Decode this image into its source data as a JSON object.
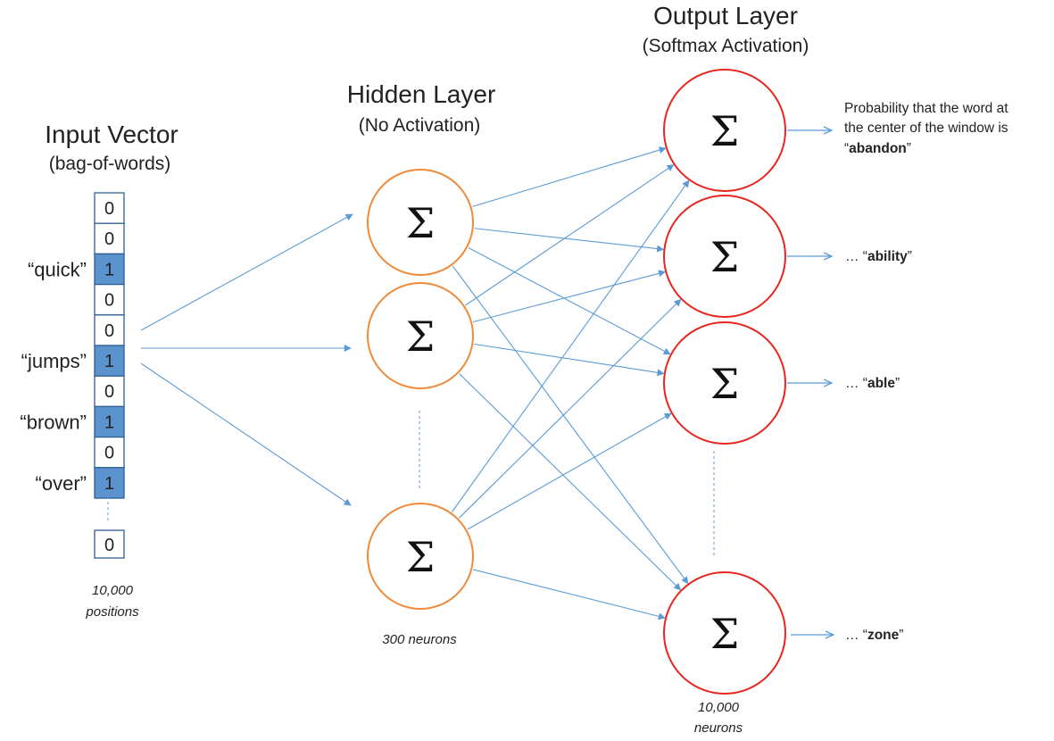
{
  "input": {
    "title": "Input Vector",
    "subtitle": "(bag-of-words)",
    "cells": [
      "0",
      "0",
      "1",
      "0",
      "0",
      "1",
      "0",
      "1",
      "0",
      "1"
    ],
    "highlighted": [
      false,
      false,
      true,
      false,
      false,
      true,
      false,
      true,
      false,
      true
    ],
    "labels": [
      "",
      "",
      "“quick”",
      "",
      "",
      "“jumps”",
      "",
      "“brown”",
      "",
      "“over”"
    ],
    "last_cell": "0",
    "caption_line1": "10,000",
    "caption_line2": "positions"
  },
  "hidden": {
    "title": "Hidden Layer",
    "subtitle": "(No Activation)",
    "neurons": [
      "Σ",
      "Σ",
      "Σ"
    ],
    "caption": "300 neurons"
  },
  "output": {
    "title": "Output Layer",
    "subtitle": "(Softmax Activation)",
    "neurons": [
      "Σ",
      "Σ",
      "Σ",
      "Σ"
    ],
    "caption_line1": "10,000",
    "caption_line2": "neurons",
    "prob_line1": "Probability that the word at",
    "prob_line2": "the center of the window is",
    "prob_open_quote": "“",
    "prob_bold": "abandon",
    "prob_close_quote": "”",
    "words": [
      {
        "prefix": "… “",
        "bold": "ability",
        "suffix": "”"
      },
      {
        "prefix": "… “",
        "bold": "able",
        "suffix": "”"
      },
      {
        "prefix": "… “",
        "bold": "zone",
        "suffix": "”"
      }
    ]
  },
  "colors": {
    "input_fill": "#5b93cf",
    "cell_border": "#2f5f91",
    "hidden_stroke": "#ef8a3a",
    "output_stroke": "#e8261f",
    "arrow": "#5b9bd5"
  }
}
